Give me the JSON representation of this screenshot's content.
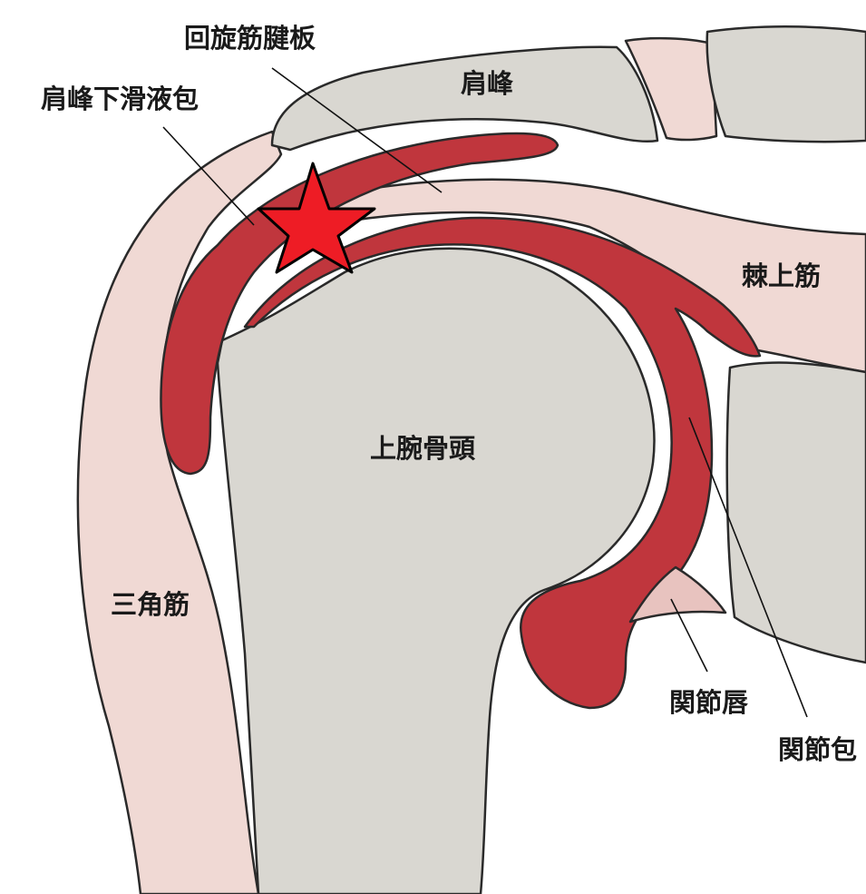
{
  "labels": {
    "rotator_cuff": "回旋筋腱板",
    "subacromial_bursa": "肩峰下滑液包",
    "acromion": "肩峰",
    "supraspinatus": "棘上筋",
    "humeral_head": "上腕骨頭",
    "deltoid": "三角筋",
    "labrum": "関節唇",
    "joint_capsule": "関節包"
  },
  "colors": {
    "bone": "#d9d7d1",
    "soft_tissue": "#f0d9d4",
    "muscle": "#c0363d",
    "star": "#ee1c25",
    "outline": "#2a2a2a"
  },
  "marker": {
    "icon": "star-icon"
  }
}
